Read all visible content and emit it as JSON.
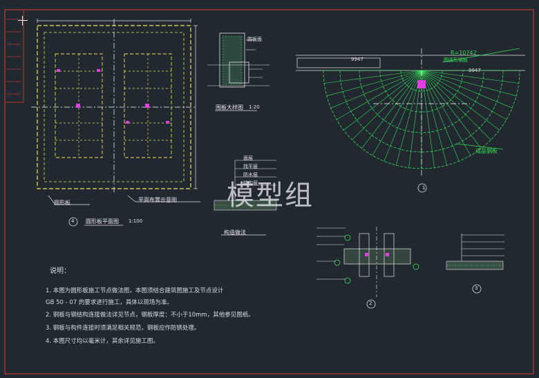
{
  "watermark": "模型组",
  "plan": {
    "title": "圆形板平面图",
    "scale": "1:100",
    "circle_no": "4",
    "leader_1": "圆形板",
    "leader_2": "平面布置示意图"
  },
  "section_detail": {
    "title": "围板大样图",
    "scale": "1:20",
    "label": "圆板面"
  },
  "fan": {
    "label_1": "R=10742",
    "label_2": "圆弧形钢板",
    "label_3": "成品钢板",
    "dim_1": "9947",
    "dim_2": "9947",
    "circle_no": "1"
  },
  "layers": {
    "title": "构造做法",
    "items": [
      "面层",
      "找平层",
      "防水层",
      "结构层"
    ]
  },
  "layers_3": {
    "circle_no": "3"
  },
  "node_2": {
    "circle_no": "2"
  },
  "notes": {
    "heading": "说明：",
    "lines": [
      "1. 本图为圆形板施工节点做法图，本图须结合建筑图施工及节点设计",
      "   GB 50 - 07    的要求进行施工，具体以现场为准。",
      "2. 钢板与钢结构连接做法详见节点，钢板厚度：不小于10mm，其他参见图纸。",
      "3. 钢板与构件连接时须满足相关规范，钢板应作防锈处理。",
      "4. 本图尺寸均以毫米计，其余详见施工图。"
    ]
  },
  "colors": {
    "background": "#212830",
    "frame": "#c0392b",
    "plan_outline": "#e6e65a",
    "fan": "#37e05a",
    "detail": "#e6e6e6",
    "accent": "#e040e0"
  }
}
